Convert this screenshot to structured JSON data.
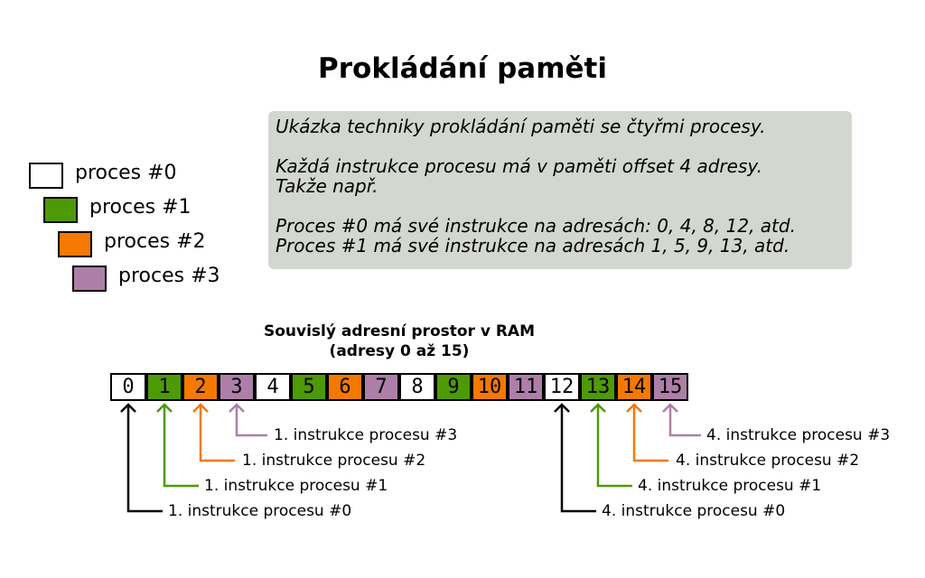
{
  "title": "Prokládání paměti",
  "note": {
    "line1": "Ukázka techniky prokládání paměti se čtyřmi procesy.",
    "line2": "Každá instrukce procesu má v paměti offset 4 adresy.",
    "line3": "Takže např.",
    "line4": "Proces #0 má své instrukce na adresách: 0, 4, 8, 12, atd.",
    "line5": "Proces #1 má své instrukce na adresách 1, 5, 9, 13, atd."
  },
  "legend": [
    {
      "label": "proces #0",
      "color": "#ffffff"
    },
    {
      "label": "proces #1",
      "color": "#4e9a06"
    },
    {
      "label": "proces #2",
      "color": "#f57900"
    },
    {
      "label": "proces #3",
      "color": "#ad7fa8"
    }
  ],
  "ram": {
    "title_line1": "Souvislý adresní prostor v RAM",
    "title_line2": "(adresy 0 až 15)",
    "cells": [
      "0",
      "1",
      "2",
      "3",
      "4",
      "5",
      "6",
      "7",
      "8",
      "9",
      "10",
      "11",
      "12",
      "13",
      "14",
      "15"
    ]
  },
  "annotations": {
    "left": [
      "1. instrukce procesu #3",
      "1. instrukce procesu #2",
      "1. instrukce procesu #1",
      "1. instrukce procesu #0"
    ],
    "right": [
      "4. instrukce procesu #3",
      "4. instrukce procesu #2",
      "4. instrukce procesu #1",
      "4. instrukce procesu #0"
    ]
  },
  "colors": {
    "proc0": "#ffffff",
    "proc1": "#4e9a06",
    "proc2": "#f57900",
    "proc3": "#ad7fa8",
    "note_bg": "#d3d7cf",
    "arrow0": "#000000"
  }
}
